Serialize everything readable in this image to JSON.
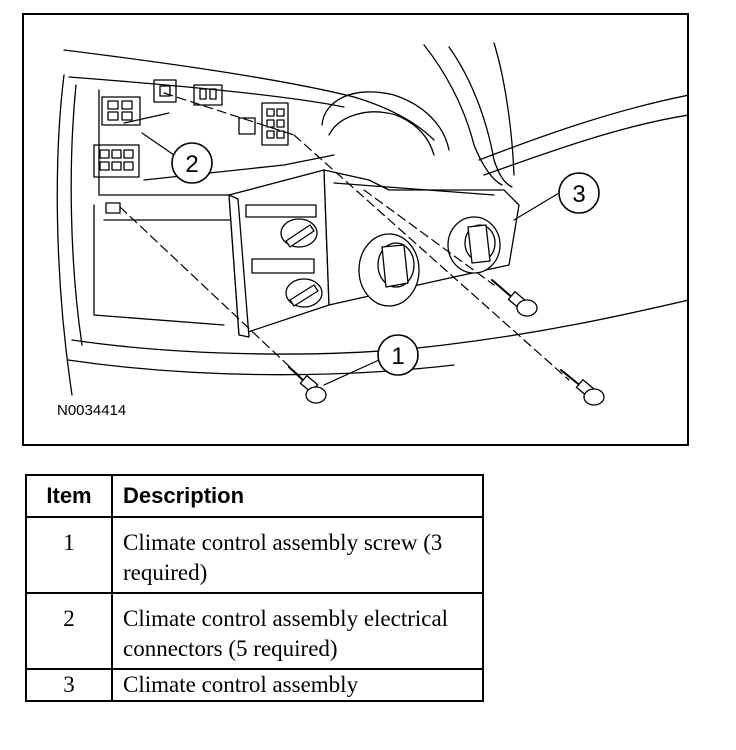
{
  "figure": {
    "id": "N0034414",
    "callouts": [
      "1",
      "2",
      "3"
    ]
  },
  "table": {
    "headers": {
      "item": "Item",
      "description": "Description"
    },
    "rows": [
      {
        "item": "1",
        "description": "Climate control assembly screw (3 required)"
      },
      {
        "item": "2",
        "description": "Climate control assembly electrical connectors (5 required)"
      },
      {
        "item": "3",
        "description": "Climate control assembly"
      }
    ]
  }
}
